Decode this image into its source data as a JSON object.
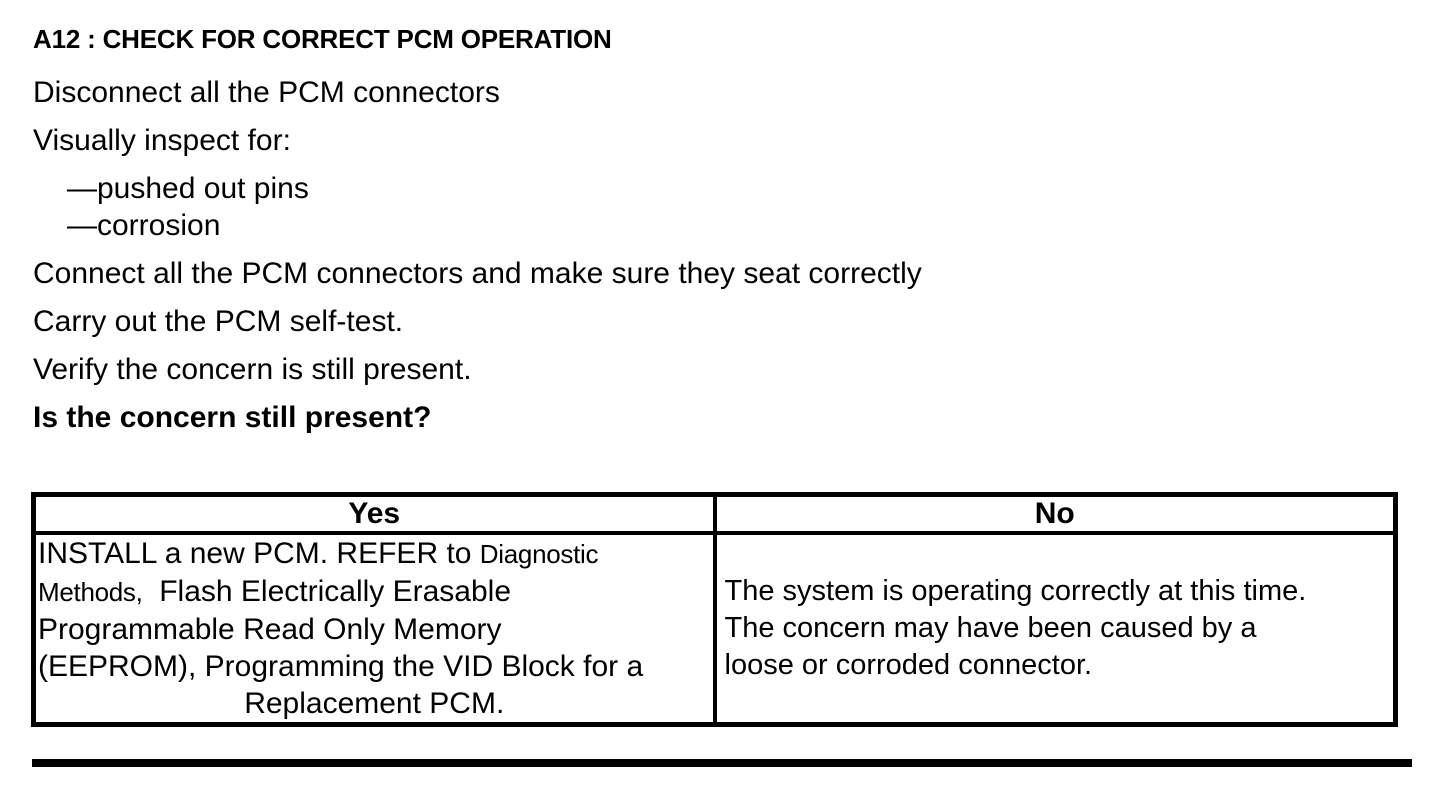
{
  "style": {
    "background_color": "#ffffff",
    "text_color": "#000000",
    "border_color": "#000000"
  },
  "doc": {
    "heading": "A12 : CHECK FOR CORRECT PCM OPERATION",
    "instructions": [
      {
        "text": "Disconnect all the PCM connectors"
      },
      {
        "text": "Visually inspect for:"
      },
      {
        "text": "—pushed out pins"
      },
      {
        "text": "—corrosion"
      },
      {
        "text": "Connect all the PCM connectors and make sure they seat correctly"
      },
      {
        "text": "Carry out the PCM self-test."
      },
      {
        "text": "Verify the concern is still present."
      },
      {
        "text": "Is the concern still present?"
      }
    ],
    "results_table": {
      "headers": [
        "Yes",
        "No"
      ],
      "yes_cell": {
        "line1_regular": "INSTALL a new PCM. REFER to ",
        "line1_condensed": "Diagnostic",
        "line2_condensed": "Methods,",
        "line2_regular": "  Flash Electrically Erasable",
        "line3": "Programmable Read Only Memory",
        "line4": "(EEPROM), Programming the VID Block for a",
        "line5": "Replacement PCM."
      },
      "no_cell": {
        "line1": "The system is operating correctly at this time.",
        "line2": "The concern may have been caused by a",
        "line3": "loose or corroded connector."
      }
    }
  }
}
